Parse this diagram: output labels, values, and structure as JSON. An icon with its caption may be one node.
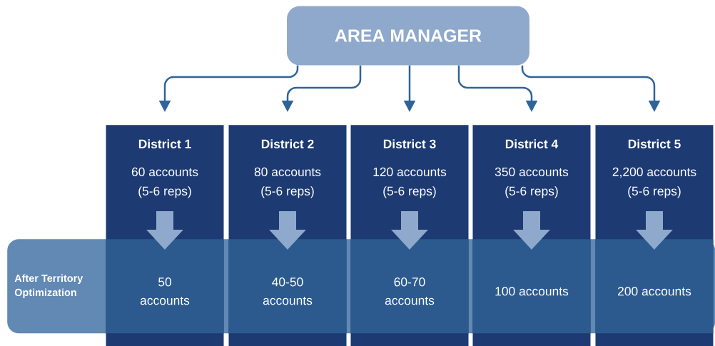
{
  "diagram": {
    "nodes": [
      {
        "text": [
          "AREA MANAGER"
        ]
      },
      {
        "text": [
          "District 1",
          "60 accounts (5-6 reps)"
        ]
      },
      {
        "text": [
          "District 2",
          "80 accounts (5-6 reps)"
        ]
      },
      {
        "text": [
          "District 3",
          "120 accounts (5-6 reps)"
        ]
      },
      {
        "text": [
          "District 4",
          "350 accounts (5-6 reps)"
        ]
      },
      {
        "text": [
          "District 5",
          "2,200 accounts (5-6 reps)"
        ]
      },
      {
        "text": [
          "After Territory Optimization"
        ]
      },
      {
        "text": [
          "50 accounts"
        ]
      },
      {
        "text": [
          "40-50 accounts"
        ]
      },
      {
        "text": [
          "60-70 accounts"
        ]
      },
      {
        "text": [
          "100 accounts"
        ]
      },
      {
        "text": [
          "200 accounts"
        ]
      }
    ],
    "edges": [
      {
        "from": 0,
        "to": 1,
        "arrow": "to"
      },
      {
        "from": 0,
        "to": 2,
        "arrow": "to"
      },
      {
        "from": 0,
        "to": 3,
        "arrow": "to"
      },
      {
        "from": 0,
        "to": 4,
        "arrow": "to"
      },
      {
        "from": 0,
        "to": 5,
        "arrow": "to"
      },
      {
        "from": 1,
        "to": 7,
        "arrow": "to",
        "style": "thick",
        "color": "#8fa9cc"
      },
      {
        "from": 2,
        "to": 8,
        "arrow": "to",
        "style": "thick",
        "color": "#8fa9cc"
      },
      {
        "from": 3,
        "to": 9,
        "arrow": "to",
        "style": "thick",
        "color": "#8fa9cc"
      },
      {
        "from": 4,
        "to": 10,
        "arrow": "to",
        "style": "thick",
        "color": "#8fa9cc"
      },
      {
        "from": 5,
        "to": 11,
        "arrow": "to",
        "style": "thick",
        "color": "#8fa9cc"
      }
    ]
  }
}
